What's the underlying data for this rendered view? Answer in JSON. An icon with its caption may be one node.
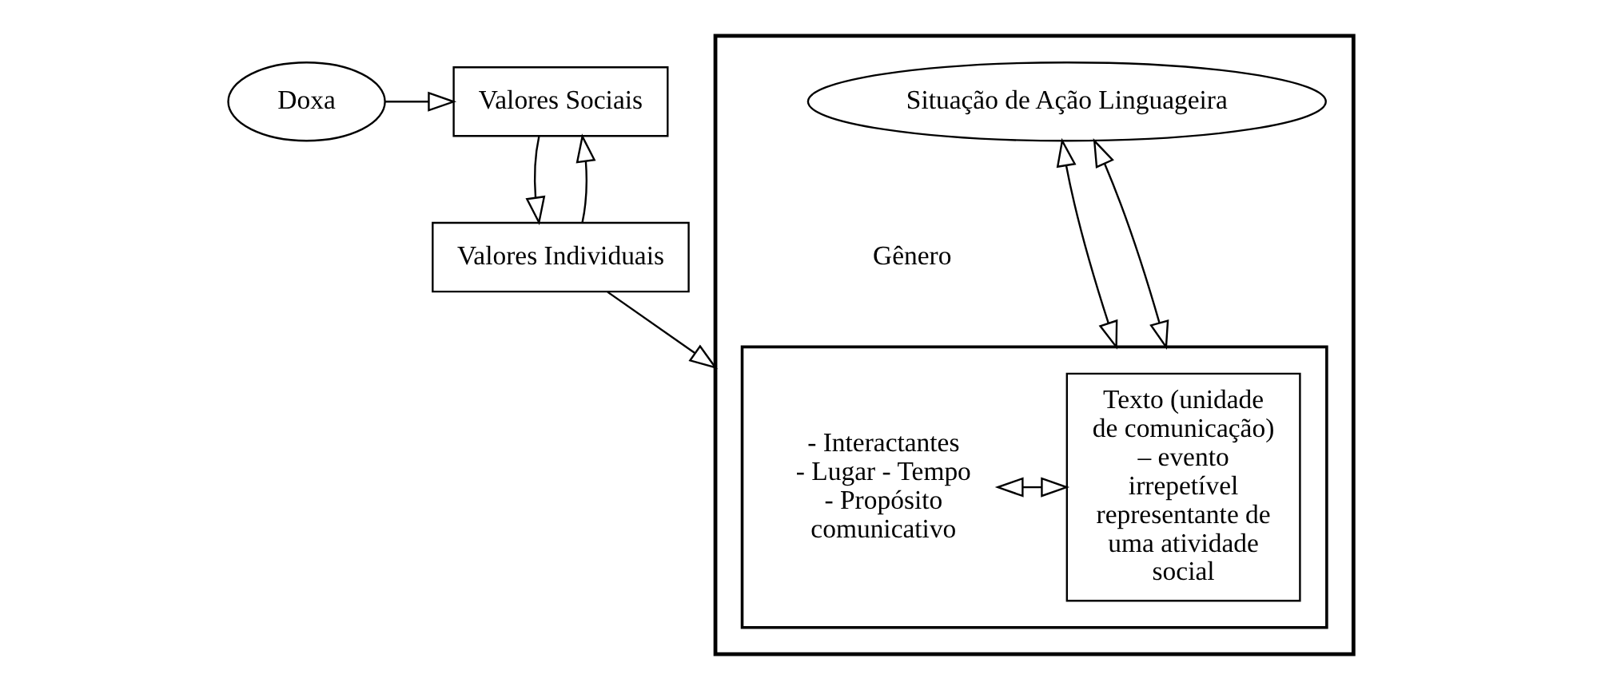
{
  "diagram": {
    "nodes": [
      {
        "text": [
          "Doxa"
        ]
      },
      {
        "text": [
          "Valores Sociais"
        ]
      },
      {
        "text": [
          "Valores Individuais"
        ]
      },
      {
        "text": [],
        "shape": "box"
      },
      {
        "text": [
          "Situação de Ação Linguageira"
        ],
        "in": 3
      },
      {
        "text": [],
        "shape": "box",
        "in": 3
      },
      {
        "text": [
          "- Interactantes - Lugar - Tempo - Propósito comunicativo"
        ],
        "in": 5
      },
      {
        "text": [
          "Texto (unidade de comunicação) – evento irrepetível representante de uma atividade social"
        ],
        "in": 5
      }
    ],
    "edges": [
      {
        "from": 0,
        "to": 1,
        "arrow": "to"
      },
      {
        "from": 1,
        "to": 2,
        "arrow": "to"
      },
      {
        "from": 2,
        "to": 1,
        "arrow": "to"
      },
      {
        "from": 2,
        "to": 3,
        "arrow": "to"
      },
      {
        "from": 4,
        "to": 5,
        "arrow": "both"
      },
      {
        "from": 4,
        "to": 5,
        "arrow": "both"
      },
      {
        "from": 6,
        "to": 7,
        "arrow": "both"
      }
    ],
    "labels": [
      "Gênero"
    ]
  }
}
